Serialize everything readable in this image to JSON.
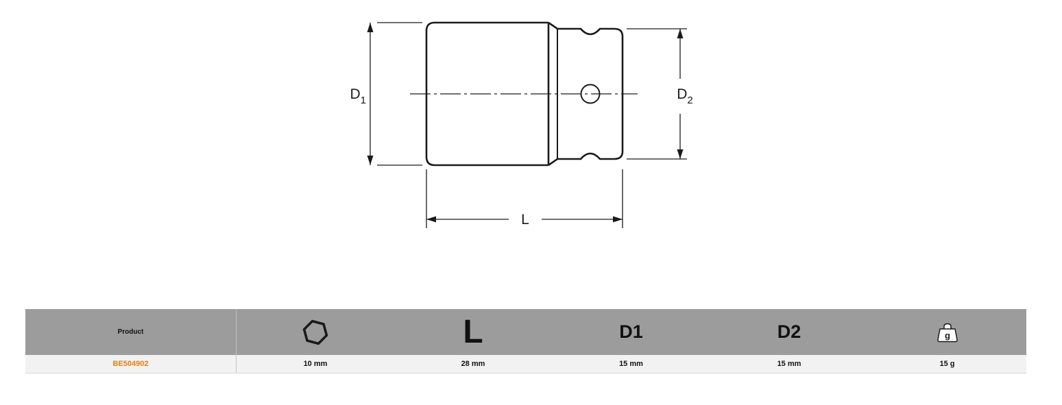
{
  "drawing": {
    "d1_base": "D",
    "d1_sub": "1",
    "d2_base": "D",
    "d2_sub": "2",
    "length_label": "L"
  },
  "table": {
    "headers": {
      "product": "Product",
      "length": "L",
      "d1": "D1",
      "d2": "D2",
      "weight_unit": "g"
    },
    "icons": {
      "hex": "hexagon-icon",
      "weight": "weight-icon"
    },
    "rows": [
      {
        "product_code": "BE504902",
        "hex_size": "10 mm",
        "length": "28 mm",
        "d1": "15 mm",
        "d2": "15 mm",
        "weight": "15 g"
      }
    ]
  },
  "colors": {
    "accent_orange": "#e87c0e",
    "table_header_bg": "#9c9c9c",
    "table_row_bg": "#f2f2f2",
    "line_color": "#1a1a1a"
  }
}
